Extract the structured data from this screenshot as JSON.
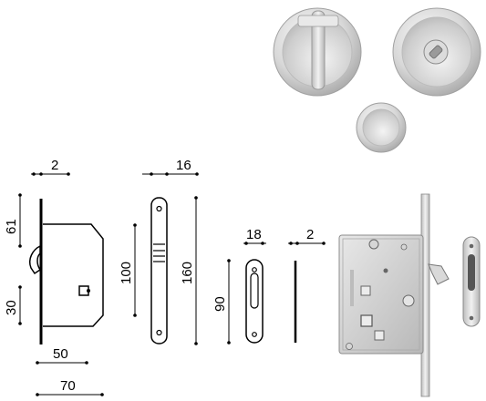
{
  "dimensions": {
    "faceplate_thickness": "2",
    "lock_height_top": "61",
    "lock_height_bottom": "30",
    "backset": "50",
    "body_width": "70",
    "strike_width": "16",
    "height_100": "100",
    "height_160": "160",
    "pull_width": "18",
    "pull_height": "90",
    "plate_thickness": "2"
  },
  "colors": {
    "ink": "#000000",
    "chrome_light": "#f2f2f2",
    "chrome_mid": "#cfcfcf",
    "chrome_dark": "#9a9a9a"
  }
}
